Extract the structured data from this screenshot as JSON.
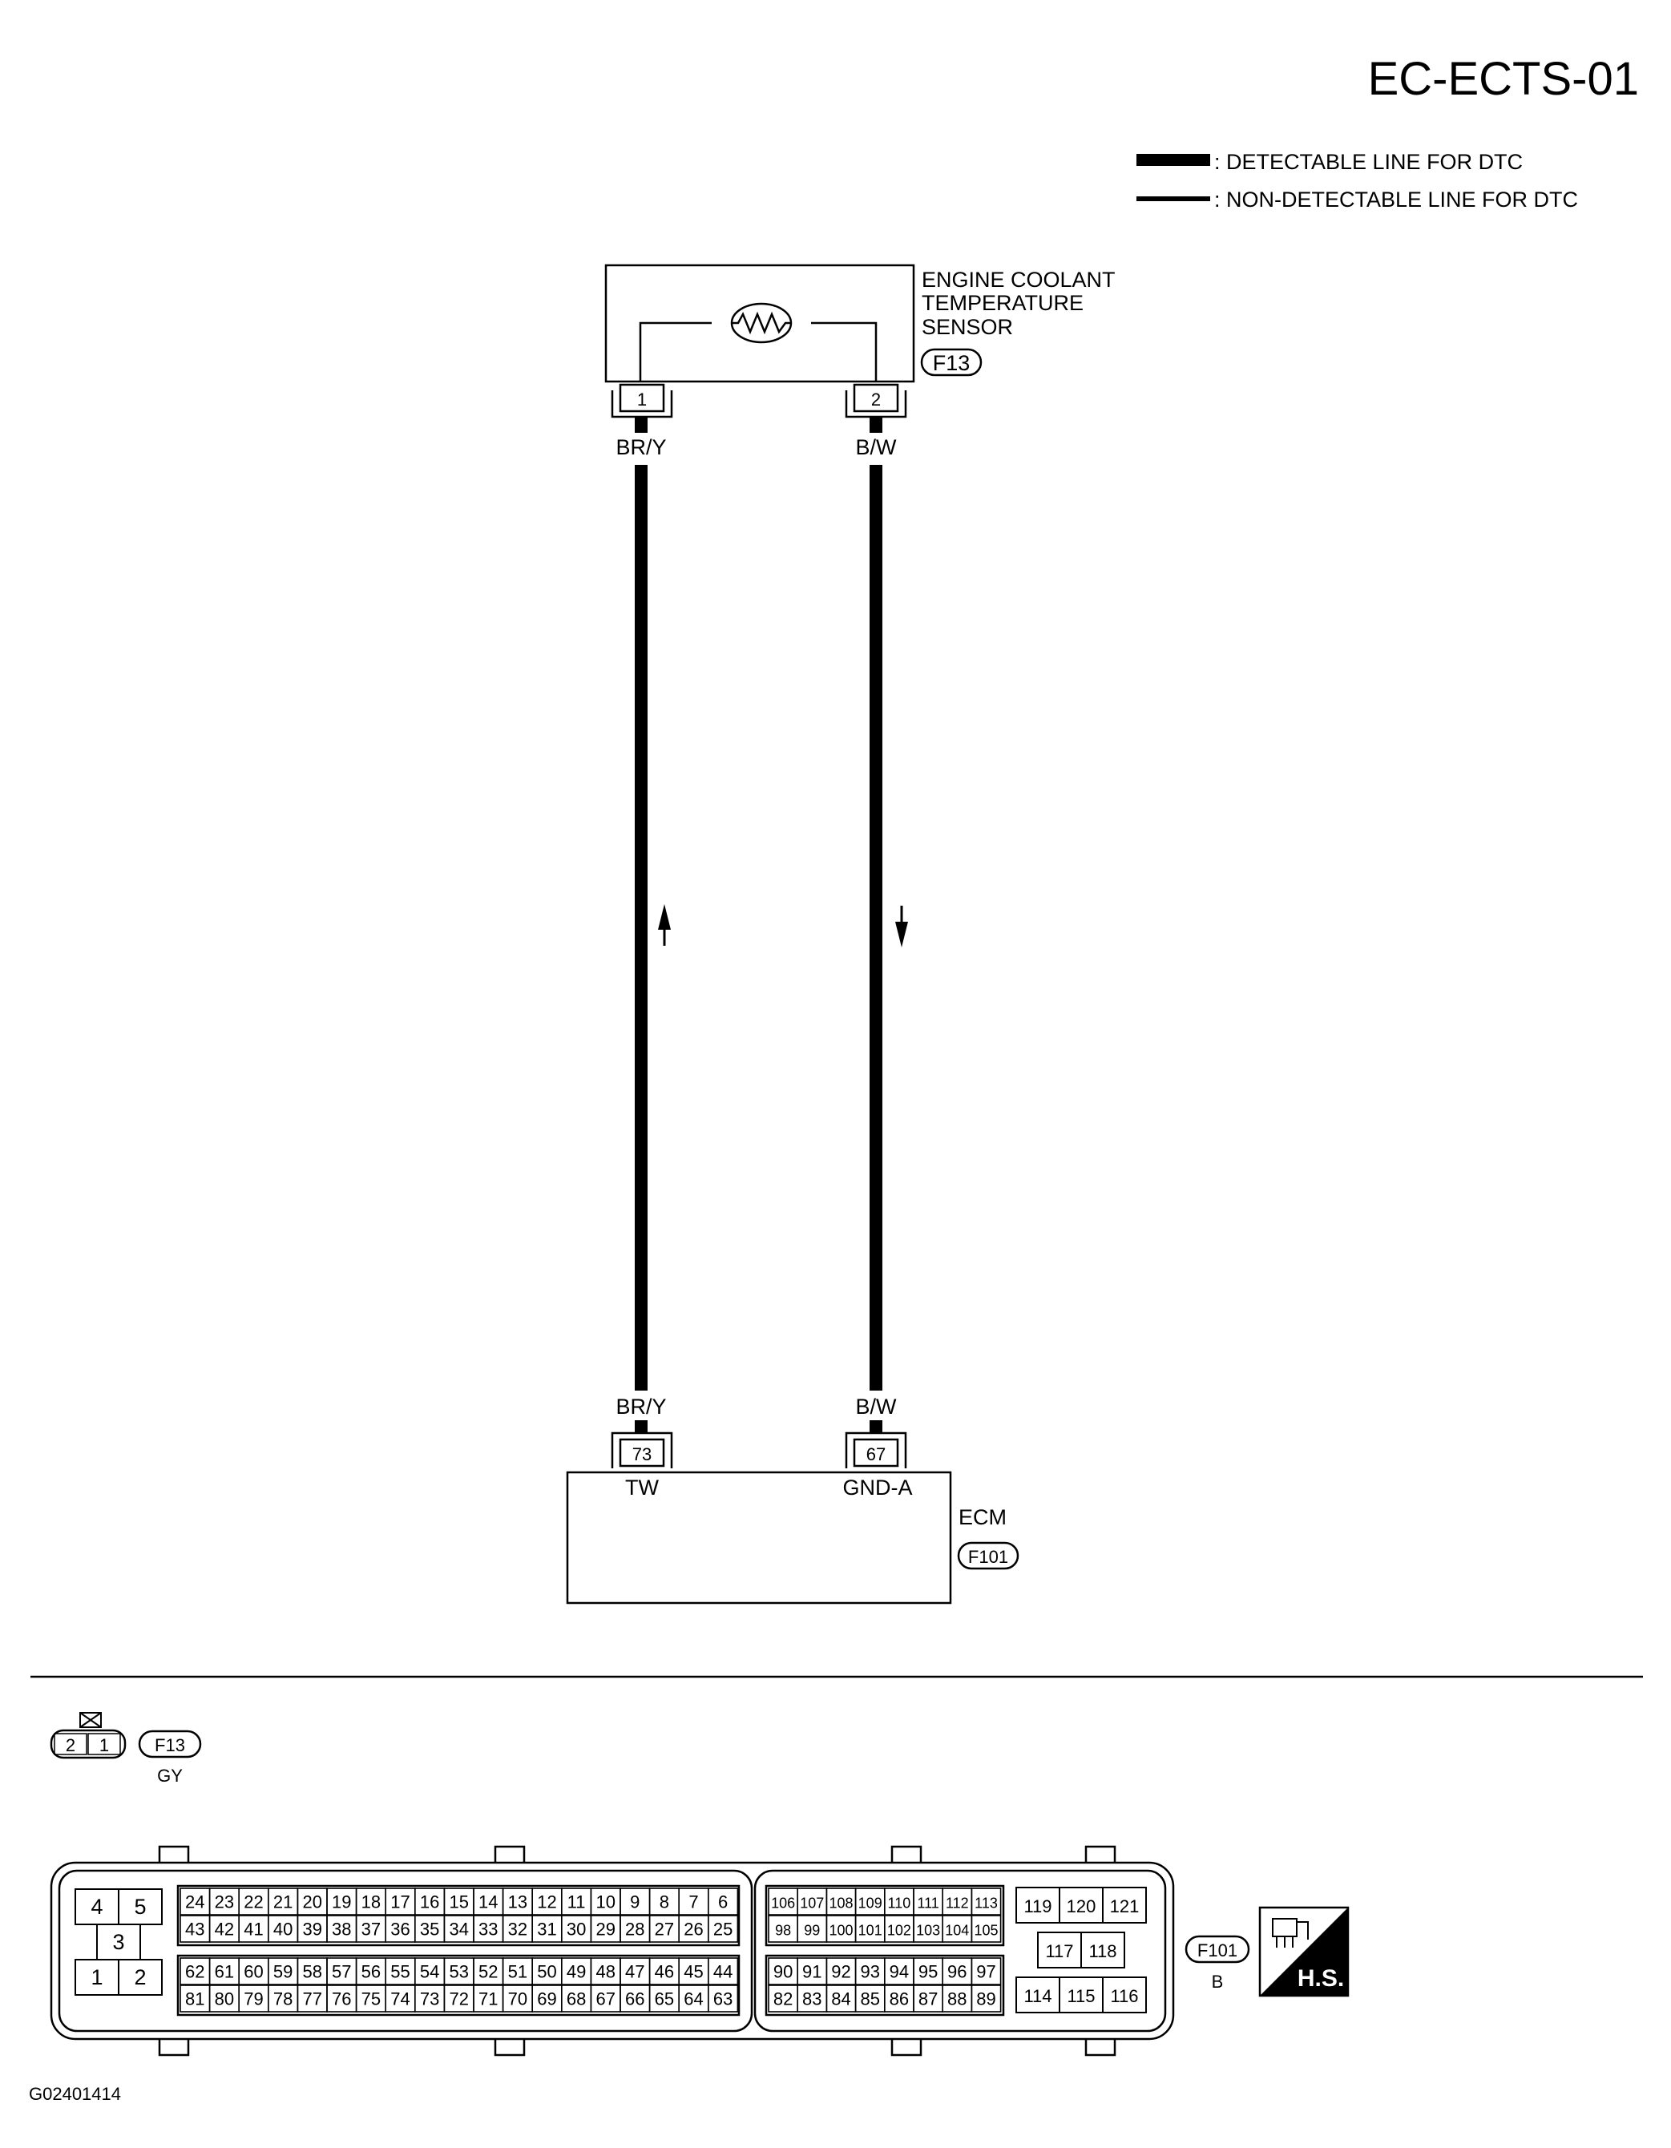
{
  "diagram_id": "EC-ECTS-01",
  "legend": {
    "detectable": ": DETECTABLE LINE FOR DTC",
    "non_detectable": ": NON-DETECTABLE LINE FOR DTC"
  },
  "sensor": {
    "name_line1": "ENGINE COOLANT",
    "name_line2": "TEMPERATURE",
    "name_line3": "SENSOR",
    "connector": "F13",
    "pin1": "1",
    "pin2": "2"
  },
  "wires": {
    "left_color": "BR/Y",
    "right_color": "B/W"
  },
  "ecm": {
    "name": "ECM",
    "connector": "F101",
    "pin_left": "73",
    "pin_left_name": "TW",
    "pin_right": "67",
    "pin_right_name": "GND-A"
  },
  "connector_f13_view": {
    "pins": [
      "2",
      "1"
    ],
    "id": "F13",
    "color": "GY"
  },
  "connector_f101_view": {
    "id": "F101",
    "color": "B",
    "left_block": {
      "top": [
        "4",
        "5"
      ],
      "middle": "3",
      "bottom": [
        "1",
        "2"
      ]
    },
    "row1": [
      "24",
      "23",
      "22",
      "21",
      "20",
      "19",
      "18",
      "17",
      "16",
      "15",
      "14",
      "13",
      "12",
      "11",
      "10",
      "9",
      "8",
      "7",
      "6"
    ],
    "row2": [
      "43",
      "42",
      "41",
      "40",
      "39",
      "38",
      "37",
      "36",
      "35",
      "34",
      "33",
      "32",
      "31",
      "30",
      "29",
      "28",
      "27",
      "26",
      "25"
    ],
    "row3": [
      "62",
      "61",
      "60",
      "59",
      "58",
      "57",
      "56",
      "55",
      "54",
      "53",
      "52",
      "51",
      "50",
      "49",
      "48",
      "47",
      "46",
      "45",
      "44"
    ],
    "row4": [
      "81",
      "80",
      "79",
      "78",
      "77",
      "76",
      "75",
      "74",
      "73",
      "72",
      "71",
      "70",
      "69",
      "68",
      "67",
      "66",
      "65",
      "64",
      "63"
    ],
    "mid_row1": [
      "106",
      "107",
      "108",
      "109",
      "110",
      "111",
      "112",
      "113"
    ],
    "mid_row2": [
      "98",
      "99",
      "100",
      "101",
      "102",
      "103",
      "104",
      "105"
    ],
    "mid_row3": [
      "90",
      "91",
      "92",
      "93",
      "94",
      "95",
      "96",
      "97"
    ],
    "mid_row4": [
      "82",
      "83",
      "84",
      "85",
      "86",
      "87",
      "88",
      "89"
    ],
    "right_top": [
      "119",
      "120",
      "121"
    ],
    "right_mid": [
      "117",
      "118"
    ],
    "right_bottom": [
      "114",
      "115",
      "116"
    ]
  },
  "hs_badge": "H.S.",
  "figure_code": "G02401414"
}
